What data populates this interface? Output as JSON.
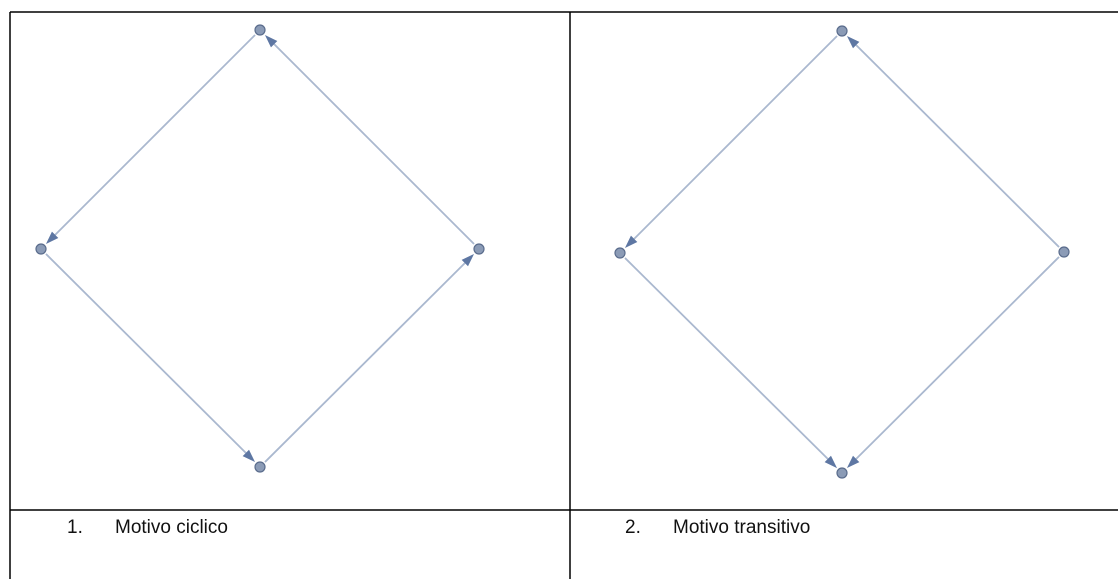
{
  "colors": {
    "edge": "#aab8cf",
    "arrowhead": "#5e77a3",
    "node_fill": "#8b9bb6",
    "node_stroke": "#5a6c8c",
    "border": "#000000"
  },
  "panels": [
    {
      "caption_number": "1.",
      "caption_text": "Motivo ciclico",
      "nodes": [
        "top",
        "left",
        "bottom",
        "right"
      ],
      "edges": [
        {
          "from": "top",
          "to": "left"
        },
        {
          "from": "left",
          "to": "bottom"
        },
        {
          "from": "bottom",
          "to": "right"
        },
        {
          "from": "right",
          "to": "top"
        }
      ]
    },
    {
      "caption_number": "2.",
      "caption_text": "Motivo transitivo",
      "nodes": [
        "top",
        "left",
        "bottom",
        "right"
      ],
      "edges": [
        {
          "from": "top",
          "to": "left"
        },
        {
          "from": "left",
          "to": "bottom"
        },
        {
          "from": "right",
          "to": "bottom"
        },
        {
          "from": "right",
          "to": "top"
        }
      ]
    }
  ]
}
